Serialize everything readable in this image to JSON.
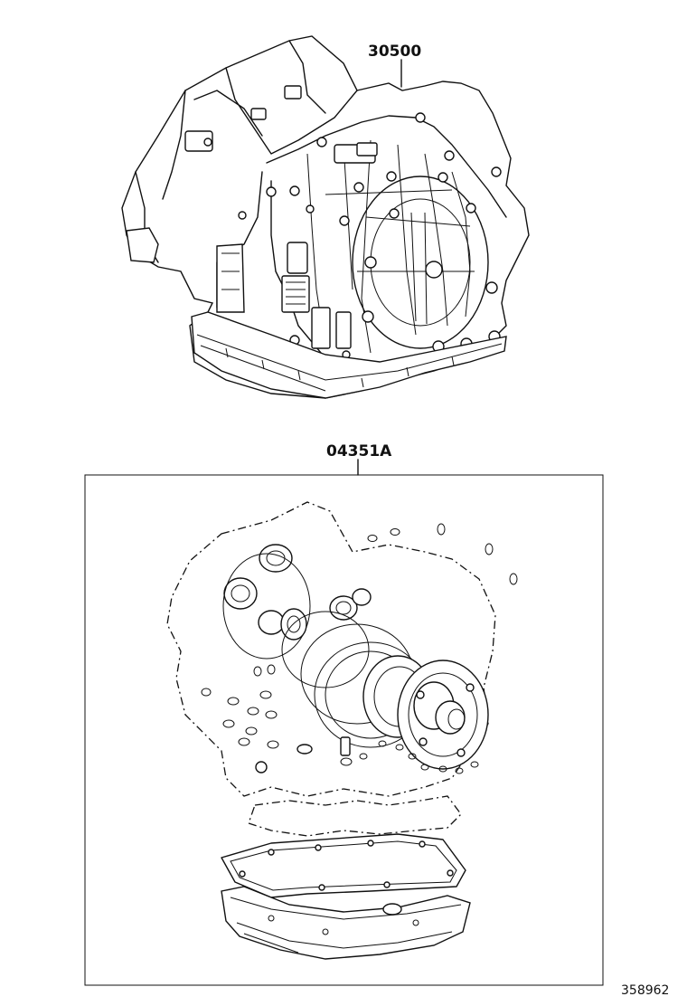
{
  "callouts": {
    "transmission_assy": "30500",
    "gasket_kit": "04351A"
  },
  "diagram_id": "358962",
  "colors": {
    "line": "#111111",
    "background": "#ffffff"
  }
}
